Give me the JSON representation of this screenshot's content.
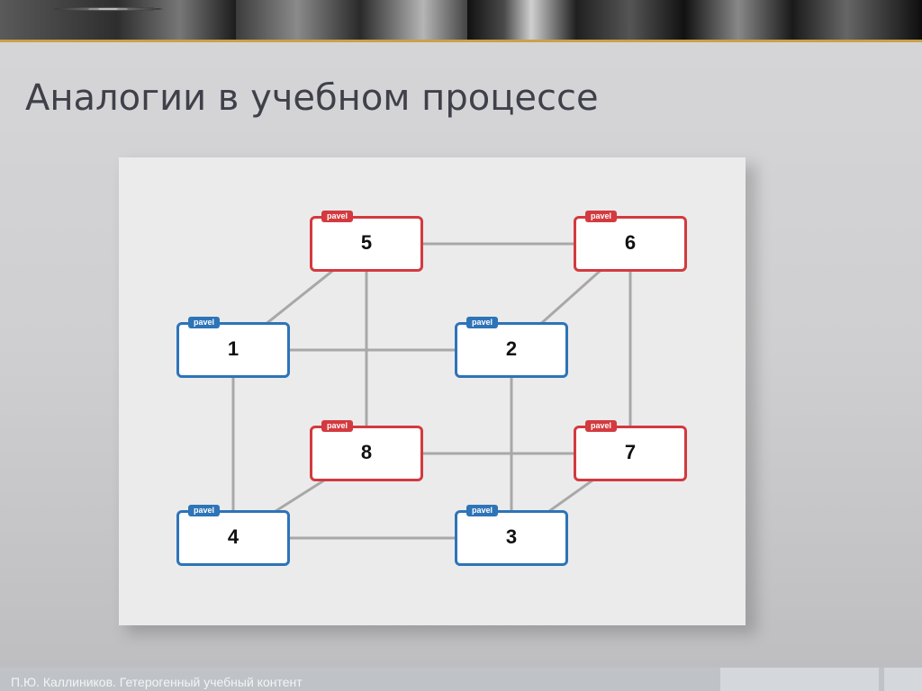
{
  "slide": {
    "title": "Аналогии в учебном процессе",
    "footer": "П.Ю. Каллиников. Гетерогенный учебный контент"
  },
  "diagram": {
    "nodes": [
      {
        "id": "5",
        "label": "5",
        "tag": "pavel",
        "color": "red"
      },
      {
        "id": "6",
        "label": "6",
        "tag": "pavel",
        "color": "red"
      },
      {
        "id": "1",
        "label": "1",
        "tag": "pavel",
        "color": "blue"
      },
      {
        "id": "2",
        "label": "2",
        "tag": "pavel",
        "color": "blue"
      },
      {
        "id": "8",
        "label": "8",
        "tag": "pavel",
        "color": "red"
      },
      {
        "id": "7",
        "label": "7",
        "tag": "pavel",
        "color": "red"
      },
      {
        "id": "4",
        "label": "4",
        "tag": "pavel",
        "color": "blue"
      },
      {
        "id": "3",
        "label": "3",
        "tag": "pavel",
        "color": "blue"
      }
    ],
    "edges": [
      [
        "5",
        "6"
      ],
      [
        "5",
        "1"
      ],
      [
        "5",
        "8"
      ],
      [
        "6",
        "2"
      ],
      [
        "6",
        "7"
      ],
      [
        "1",
        "2"
      ],
      [
        "1",
        "4"
      ],
      [
        "2",
        "3"
      ],
      [
        "8",
        "7"
      ],
      [
        "8",
        "4"
      ],
      [
        "7",
        "3"
      ],
      [
        "4",
        "3"
      ]
    ],
    "colors": {
      "blue": "#2d74b8",
      "red": "#d33a3f",
      "edge": "#a8a8a8"
    }
  }
}
